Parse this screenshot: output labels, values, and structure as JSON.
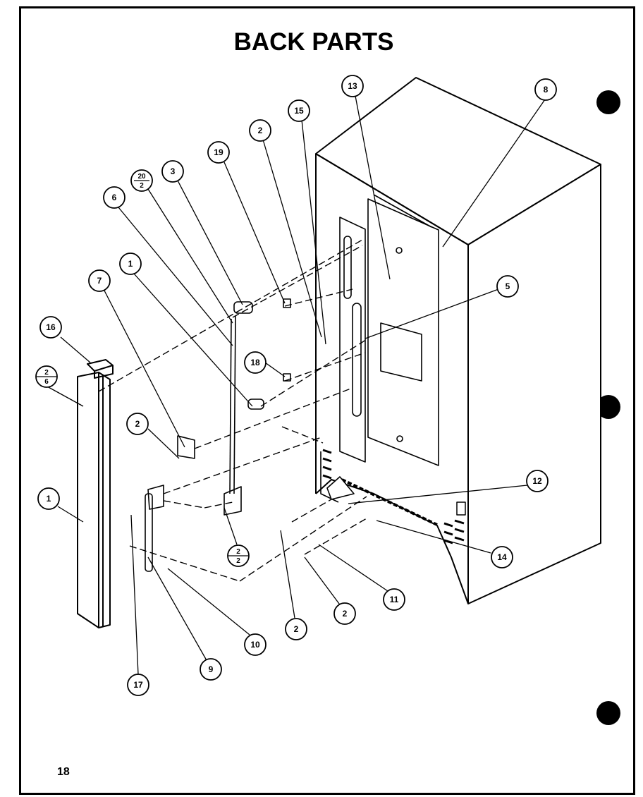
{
  "title": "BACK PARTS",
  "page_number": "18",
  "callouts": [
    {
      "id": "c13",
      "label": "13"
    },
    {
      "id": "c8",
      "label": "8"
    },
    {
      "id": "c15",
      "label": "15"
    },
    {
      "id": "c2a",
      "label": "2"
    },
    {
      "id": "c19",
      "label": "19"
    },
    {
      "id": "c20",
      "label_top": "20",
      "label_bottom": "2"
    },
    {
      "id": "c3",
      "label": "3"
    },
    {
      "id": "c6",
      "label": "6"
    },
    {
      "id": "c1a",
      "label": "1"
    },
    {
      "id": "c7",
      "label": "7"
    },
    {
      "id": "c5",
      "label": "5"
    },
    {
      "id": "c16",
      "label": "16"
    },
    {
      "id": "c2_6",
      "label_top": "2",
      "label_bottom": "6"
    },
    {
      "id": "c18",
      "label": "18"
    },
    {
      "id": "c2b",
      "label": "2"
    },
    {
      "id": "c1b",
      "label": "1"
    },
    {
      "id": "c12",
      "label": "12"
    },
    {
      "id": "c2_2",
      "label_top": "2",
      "label_bottom": "2"
    },
    {
      "id": "c14",
      "label": "14"
    },
    {
      "id": "c11",
      "label": "11"
    },
    {
      "id": "c2c",
      "label": "2"
    },
    {
      "id": "c2d",
      "label": "2"
    },
    {
      "id": "c10",
      "label": "10"
    },
    {
      "id": "c9",
      "label": "9"
    },
    {
      "id": "c17",
      "label": "17"
    }
  ]
}
